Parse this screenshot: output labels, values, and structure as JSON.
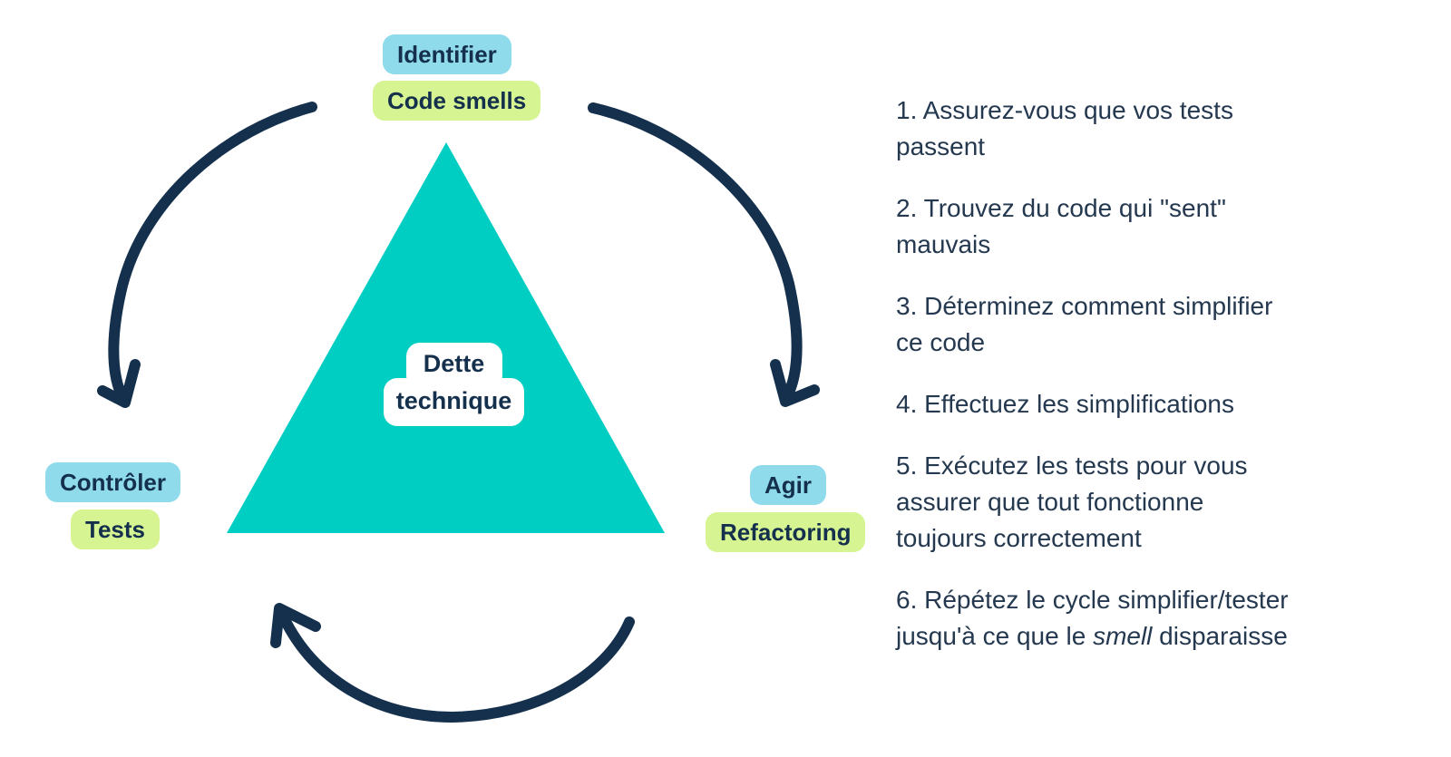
{
  "colors": {
    "triangle_teal": "#00CEC2",
    "action_badge_blue": "#90DBEB",
    "artifact_badge_green": "#D6F491",
    "arrow_navy": "#14304D",
    "list_text_navy": "#24384F",
    "background": "#FFFFFF"
  },
  "diagram": {
    "triangle_label": {
      "line1": "Dette",
      "line2": "technique"
    },
    "nodes": {
      "top": {
        "action": "Identifier",
        "artifact": "Code smells"
      },
      "left": {
        "action": "Contrôler",
        "artifact": "Tests"
      },
      "right": {
        "action": "Agir",
        "artifact": "Refactoring"
      }
    }
  },
  "steps": [
    {
      "lines": [
        "1. Assurez-vous que vos tests",
        "passent"
      ]
    },
    {
      "lines": [
        "2. Trouvez du code qui \"sent\"",
        "mauvais"
      ]
    },
    {
      "lines": [
        "3. Déterminez comment simplifier",
        "ce code"
      ]
    },
    {
      "lines": [
        "4. Effectuez les simplifications"
      ]
    },
    {
      "lines": [
        "5. Exécutez les tests pour vous",
        "assurer que tout fonctionne",
        "toujours correctement"
      ]
    },
    {
      "lines": [
        "6. Répétez le cycle simplifier/tester"
      ],
      "line2": {
        "prefix": "jusqu'à ce que le ",
        "italic": "smell",
        "suffix": " disparaisse"
      }
    }
  ]
}
